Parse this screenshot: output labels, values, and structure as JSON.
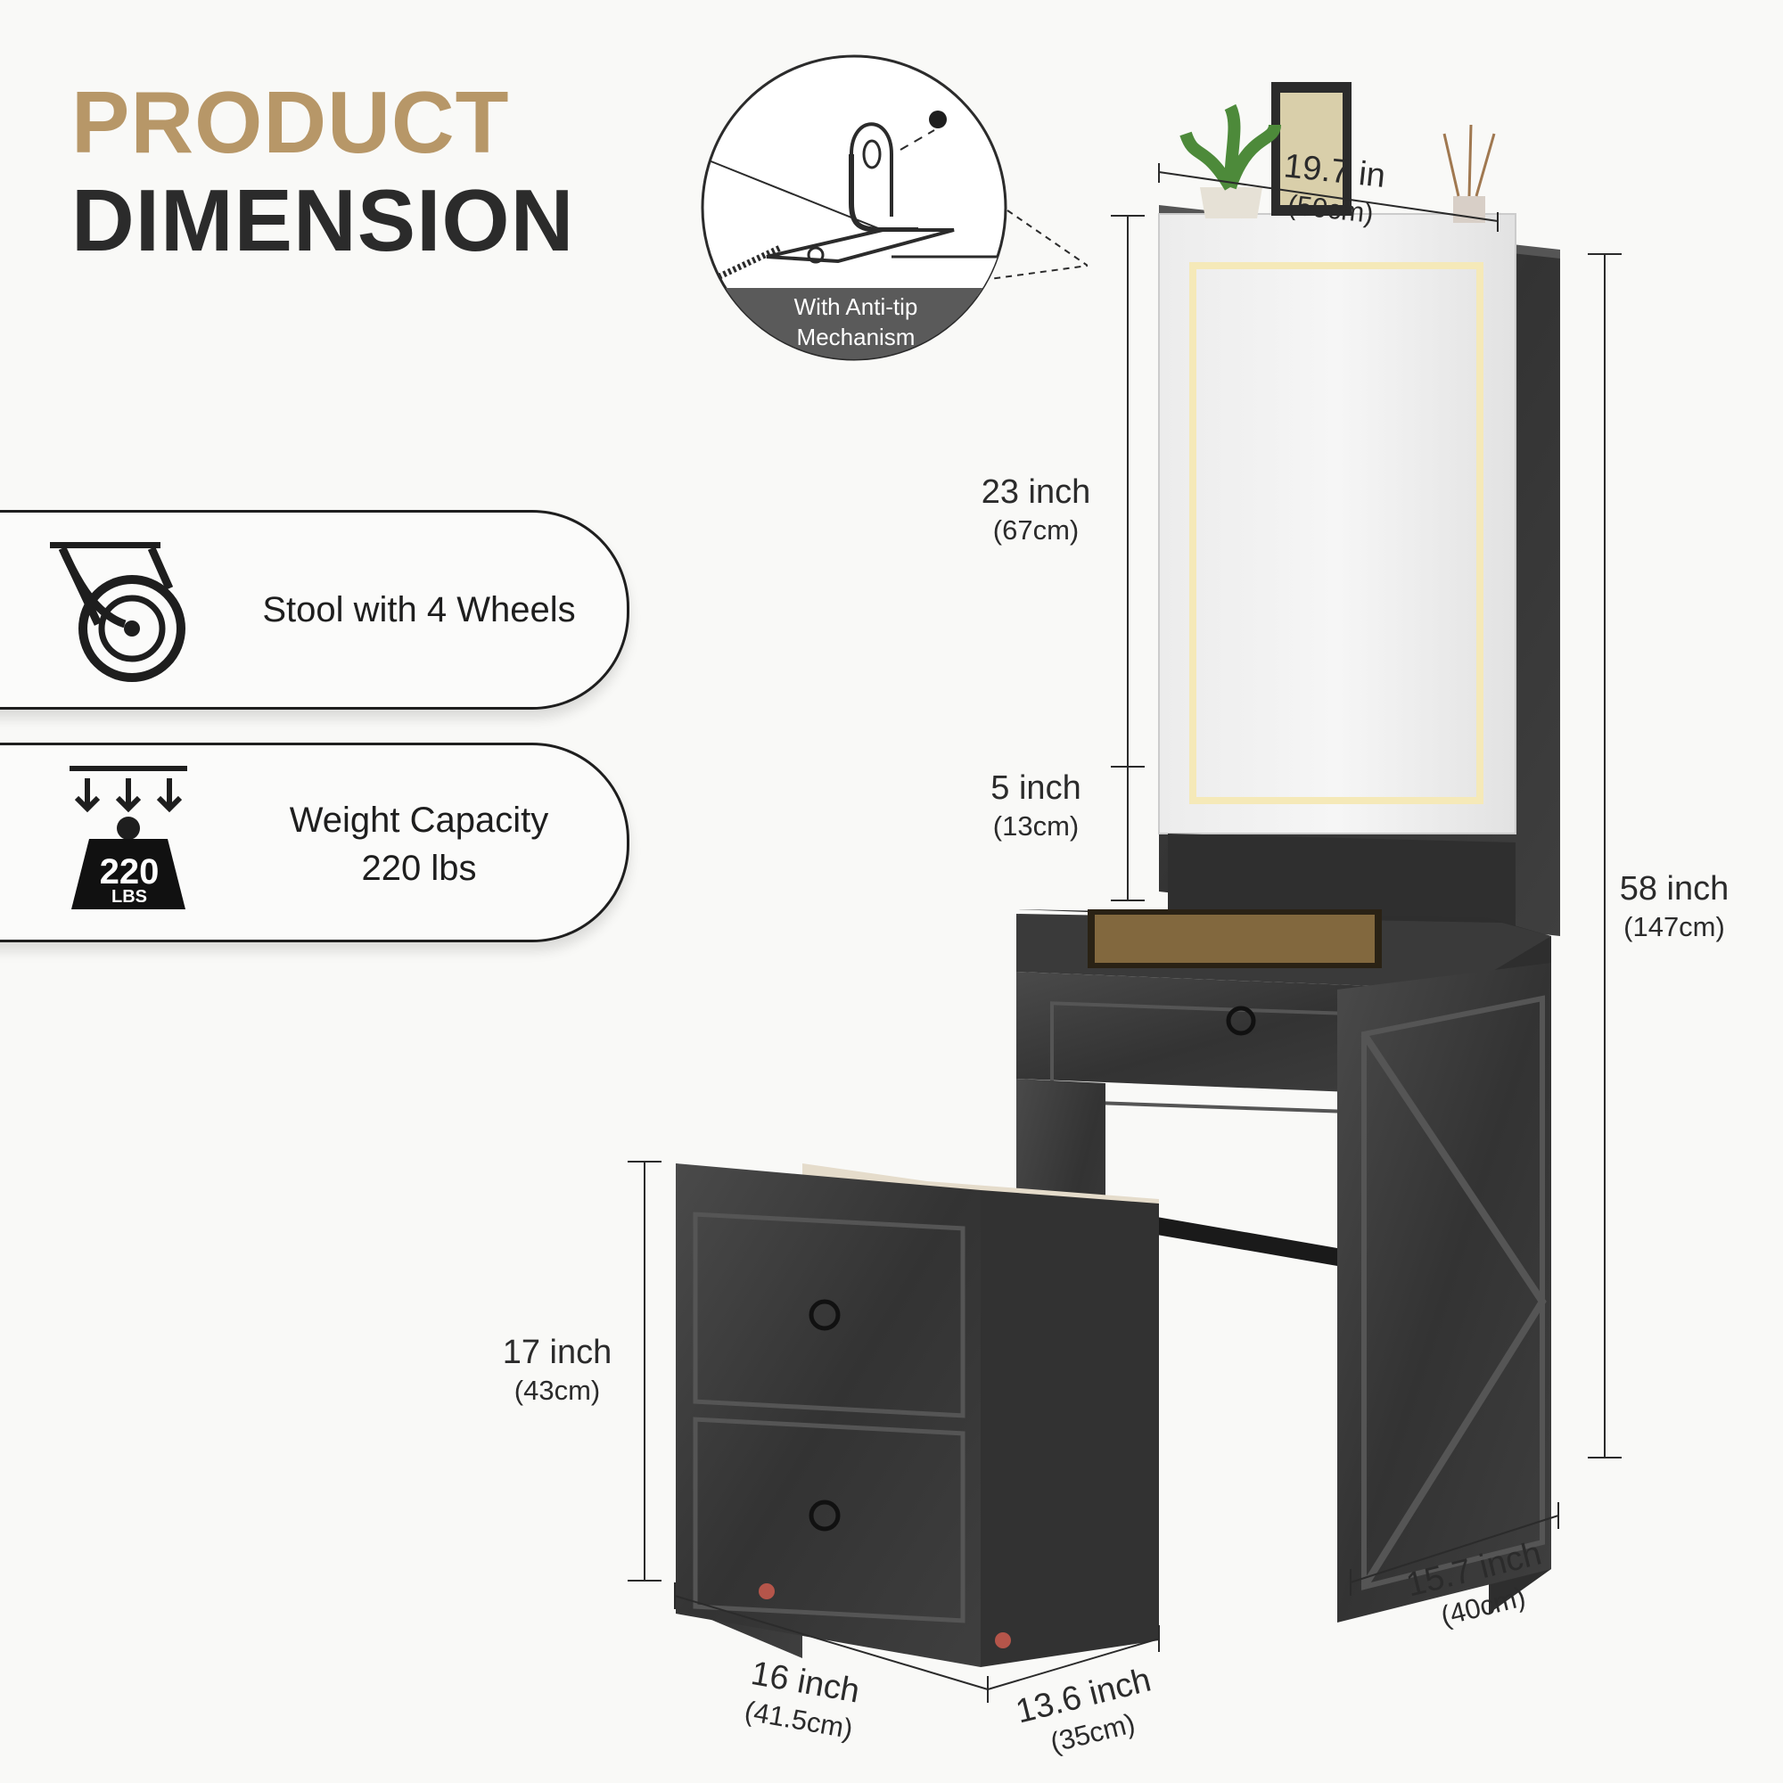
{
  "heading": {
    "line1": "PRODUCT",
    "line2": "DIMENSION"
  },
  "features": [
    {
      "icon": "caster-wheel-icon",
      "label": "Stool with 4 Wheels"
    },
    {
      "icon": "weight-icon",
      "label_line1": "Weight Capacity",
      "label_line2": "220 lbs",
      "badge_value": "220",
      "badge_unit": "LBS"
    }
  ],
  "callout": {
    "line1": "With Anti-tip",
    "line2": "Mechanism"
  },
  "dimensions": {
    "width_top": {
      "inch": "19.7 in",
      "cm": "(50cm)"
    },
    "mirror_height": {
      "inch": "23 inch",
      "cm": "(67cm)"
    },
    "shelf_height": {
      "inch": "5 inch",
      "cm": "(13cm)"
    },
    "total_height": {
      "inch": "58 inch",
      "cm": "(147cm)"
    },
    "stool_height": {
      "inch": "17 inch",
      "cm": "(43cm)"
    },
    "table_depth": {
      "inch": "15.7 inch",
      "cm": "(40cm)"
    },
    "stool_width": {
      "inch": "16 inch",
      "cm": "(41.5cm)"
    },
    "stool_depth": {
      "inch": "13.6 inch",
      "cm": "(35cm)"
    }
  },
  "colors": {
    "gold": "#b79768",
    "dark": "#2b2b2b",
    "wood": "#3b3b3b",
    "cushion": "#e5dccb"
  }
}
